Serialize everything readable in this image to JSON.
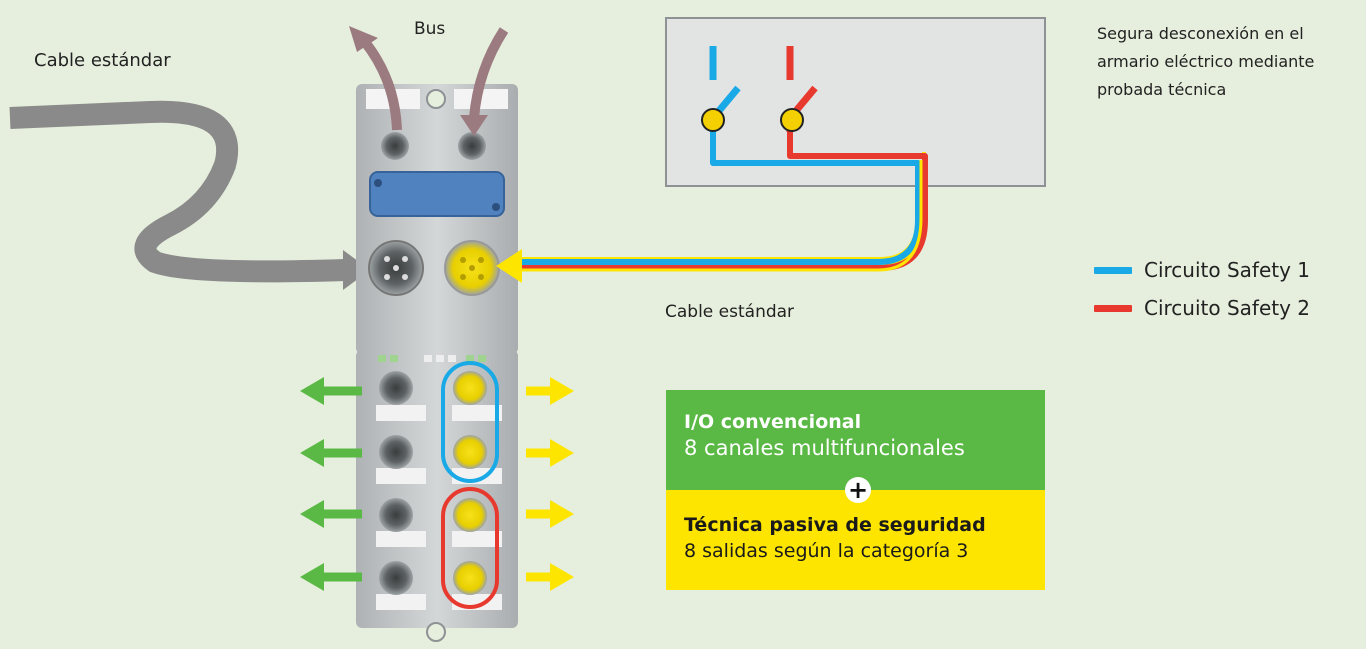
{
  "labels": {
    "cable_left": "Cable estándar",
    "bus": "Bus",
    "cable_middle": "Cable estándar",
    "cabinet_note": "Segura desconexión en el armario eléctrico mediante probada técnica"
  },
  "legend": [
    {
      "label": "Circuito Safety 1",
      "color": "#19a9e6"
    },
    {
      "label": "Circuito Safety  2",
      "color": "#e8392f"
    }
  ],
  "info_boxes": {
    "green": {
      "title": "I/O convencional",
      "subtitle": "8 canales multifuncionales",
      "color": "#5ab945"
    },
    "plus_symbol": "+",
    "yellow": {
      "title": "Técnica pasiva de seguridad",
      "subtitle": "8 salidas según la categoría 3",
      "color": "#fde500"
    }
  },
  "colors": {
    "background": "#e6efdd",
    "cable_gray": "#8a8a8a",
    "bus_arrow": "#9b7a80",
    "output_arrow_green": "#5ab945",
    "output_arrow_yellow": "#fde500",
    "safety_1": "#19a9e6",
    "safety_2": "#e8392f",
    "cabinet_fill": "#e2e4e3"
  }
}
